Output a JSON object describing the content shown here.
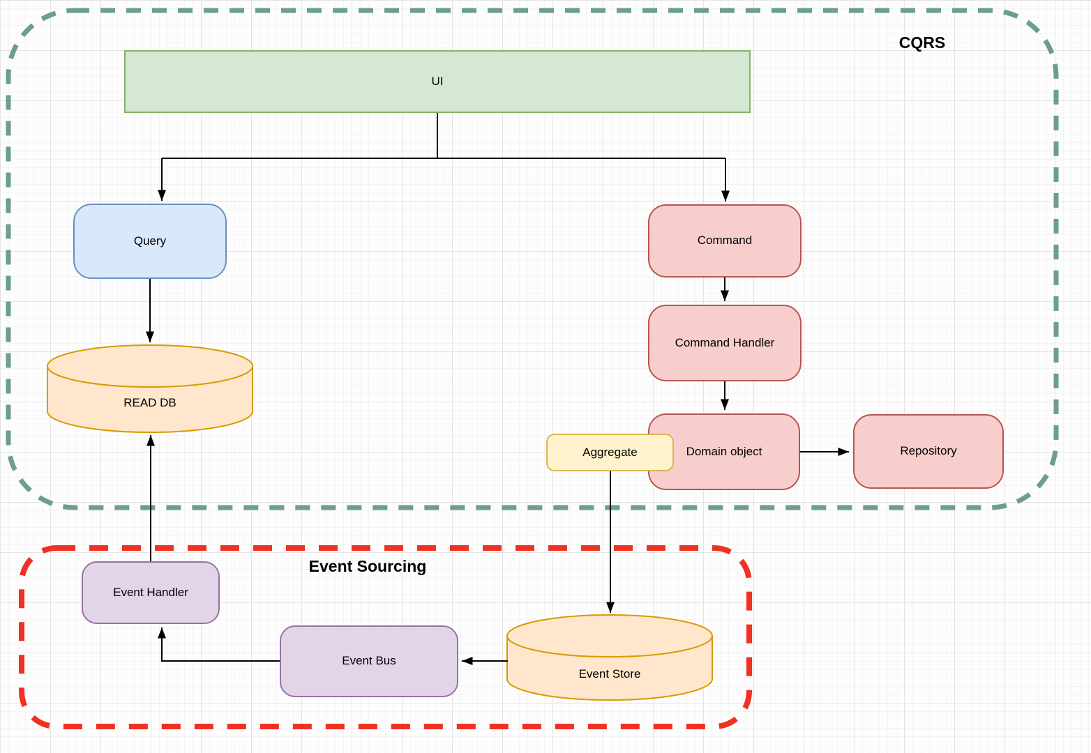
{
  "regions": {
    "cqrs": {
      "label": "CQRS",
      "border_color": "#6b9e8b",
      "border_style": "dashed"
    },
    "event_sourcing": {
      "label": "Event Sourcing",
      "border_color": "#ef3124",
      "border_style": "dashed"
    }
  },
  "nodes": {
    "ui": {
      "label": "UI",
      "shape": "rectangle",
      "fill": "#d5e8d4",
      "stroke": "#82b366"
    },
    "query": {
      "label": "Query",
      "shape": "rounded",
      "fill": "#dae8fc",
      "stroke": "#6c8ebf"
    },
    "read_db": {
      "label": "READ DB",
      "shape": "cylinder",
      "fill": "#ffe6cc",
      "stroke": "#d79b00"
    },
    "command": {
      "label": "Command",
      "shape": "rounded",
      "fill": "#f8cecc",
      "stroke": "#b85450"
    },
    "command_handler": {
      "label": "Command Handler",
      "shape": "rounded",
      "fill": "#f8cecc",
      "stroke": "#b85450"
    },
    "domain_object": {
      "label": "Domain object",
      "shape": "rounded",
      "fill": "#f8cecc",
      "stroke": "#b85450"
    },
    "aggregate": {
      "label": "Aggregate",
      "shape": "rounded",
      "fill": "#fff2cc",
      "stroke": "#d6b656"
    },
    "repository": {
      "label": "Repository",
      "shape": "rounded",
      "fill": "#f8cecc",
      "stroke": "#b85450"
    },
    "event_handler": {
      "label": "Event Handler",
      "shape": "rounded",
      "fill": "#e1d5e7",
      "stroke": "#9673a6"
    },
    "event_bus": {
      "label": "Event Bus",
      "shape": "rounded",
      "fill": "#e1d5e7",
      "stroke": "#9673a6"
    },
    "event_store": {
      "label": "Event Store",
      "shape": "cylinder",
      "fill": "#ffe6cc",
      "stroke": "#d79b00"
    }
  },
  "edges": [
    {
      "from": "ui",
      "to": "query"
    },
    {
      "from": "ui",
      "to": "command"
    },
    {
      "from": "query",
      "to": "read_db"
    },
    {
      "from": "command",
      "to": "command_handler"
    },
    {
      "from": "command_handler",
      "to": "domain_object"
    },
    {
      "from": "domain_object",
      "to": "repository"
    },
    {
      "from": "aggregate",
      "to": "event_store"
    },
    {
      "from": "event_store",
      "to": "event_bus"
    },
    {
      "from": "event_bus",
      "to": "event_handler"
    },
    {
      "from": "event_handler",
      "to": "read_db"
    }
  ],
  "edge_color": "#000000"
}
